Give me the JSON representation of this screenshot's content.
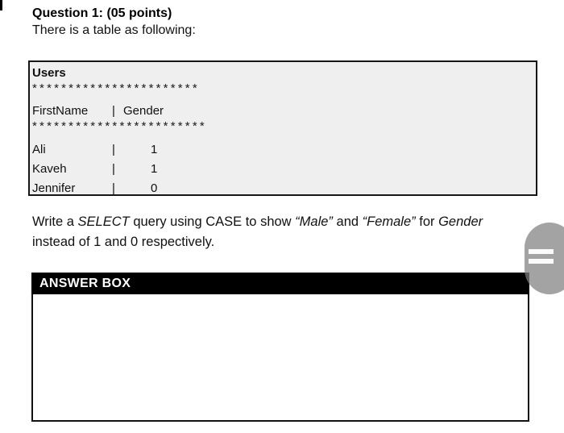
{
  "question": {
    "title": "Question 1: (05 points)",
    "intro": "There is a table as following:"
  },
  "table": {
    "title": "Users",
    "separator_top": "***********************",
    "separator_mid": "************************",
    "pipe": "|",
    "header": {
      "name": "FirstName",
      "gender": "Gender"
    },
    "rows": [
      {
        "name": "Ali",
        "gender": "1"
      },
      {
        "name": "Kaveh",
        "gender": "1"
      },
      {
        "name": "Jennifer",
        "gender": "0"
      }
    ]
  },
  "prompt": {
    "line1": {
      "p1": "Write a ",
      "p2": "SELECT",
      "p3": " query using CASE to show ",
      "p4": "“Male”",
      "p5": " and ",
      "p6": "“Female”",
      "p7": " for ",
      "p8": "Gender"
    },
    "line2": "instead of 1 and 0 respectively."
  },
  "answer": {
    "header_label": "ANSWER BOX"
  },
  "floating_handle": {
    "icon": "double-bar-drag-icon"
  },
  "colors": {
    "table_background": "#efefef",
    "table_border": "#161616",
    "answer_header_background": "#000000",
    "answer_header_text": "#ffffff",
    "handle_gray": "rgba(127,127,127,0.72)"
  }
}
